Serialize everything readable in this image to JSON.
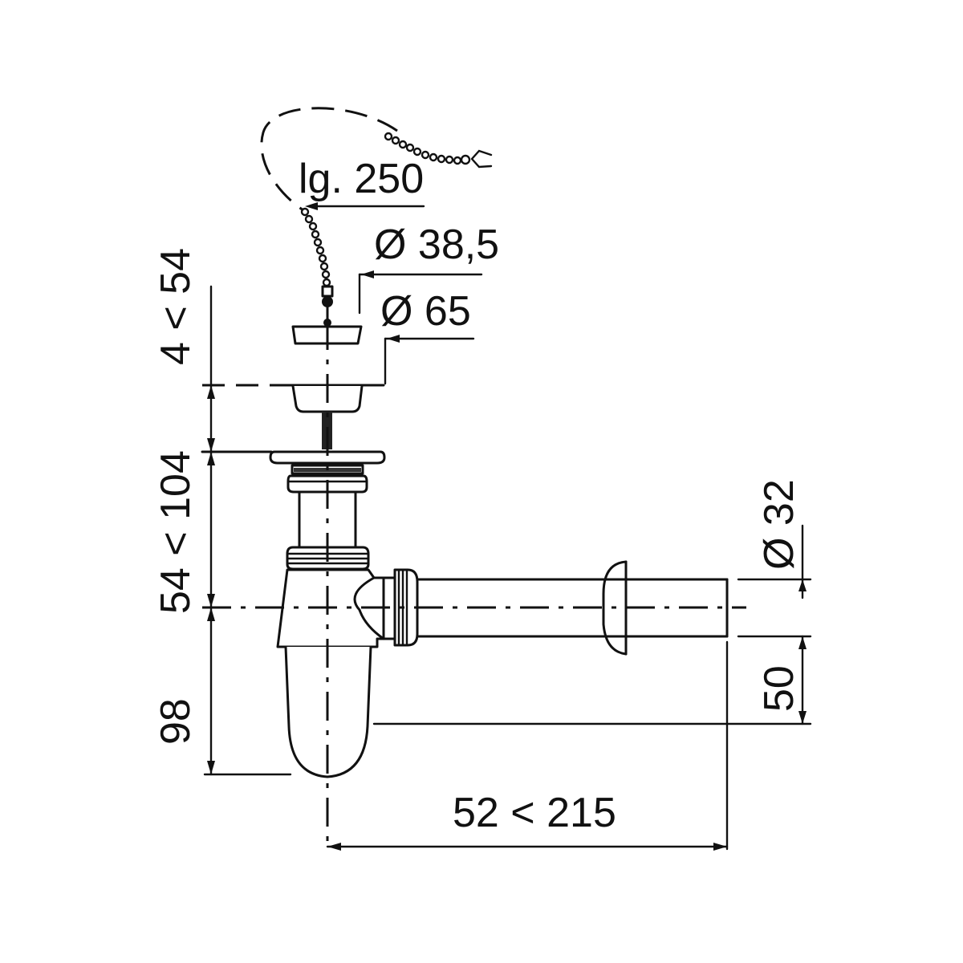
{
  "diagram": {
    "subject": "bottle trap with plug and chain",
    "line_color": "#111111",
    "background_color": "#ffffff",
    "labels": {
      "chain_length": "lg. 250",
      "plug_diameter": "Ø 38,5",
      "flange_diameter": "Ø 65",
      "outlet_diameter": "Ø 32",
      "plug_height_range": "4 < 54",
      "tailpiece_range": "54 < 104",
      "trap_depth": "98",
      "outlet_offset": "50",
      "outlet_length_range": "52 < 215"
    }
  }
}
